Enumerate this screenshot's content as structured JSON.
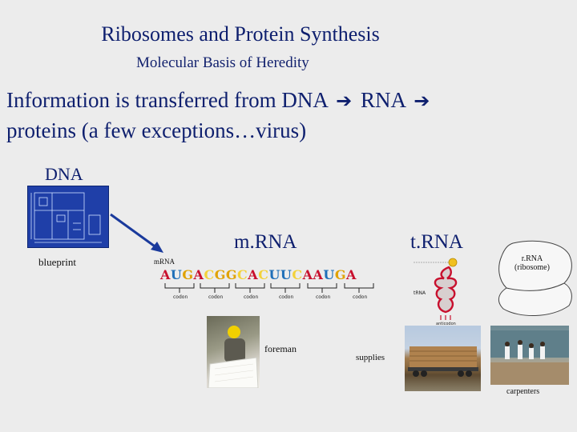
{
  "title": "Ribosomes and Protein Synthesis",
  "subtitle": "Molecular Basis of Heredity",
  "main_text": {
    "line1_part1": "Information is transferred from DNA",
    "arrow_icon": "arrow-right-icon",
    "line1_part2": "RNA",
    "line2": "proteins (a few exceptions…virus)"
  },
  "dna": {
    "label": "DNA",
    "image_caption": "blueprint"
  },
  "mrna": {
    "heading": "m.RNA",
    "diagram_label": "mRNA",
    "strand": [
      {
        "b": "A",
        "c": "#c8102e"
      },
      {
        "b": "U",
        "c": "#1f6fb8"
      },
      {
        "b": "G",
        "c": "#e0a200"
      },
      {
        "b": "A",
        "c": "#c8102e"
      },
      {
        "b": "C",
        "c": "#f3d23a"
      },
      {
        "b": "G",
        "c": "#e0a200"
      },
      {
        "b": "G",
        "c": "#e0a200"
      },
      {
        "b": "C",
        "c": "#f3d23a"
      },
      {
        "b": "A",
        "c": "#c8102e"
      },
      {
        "b": "C",
        "c": "#f3d23a"
      },
      {
        "b": "U",
        "c": "#1f6fb8"
      },
      {
        "b": "U",
        "c": "#1f6fb8"
      },
      {
        "b": "C",
        "c": "#f3d23a"
      },
      {
        "b": "A",
        "c": "#c8102e"
      },
      {
        "b": "A",
        "c": "#c8102e"
      },
      {
        "b": "U",
        "c": "#1f6fb8"
      },
      {
        "b": "G",
        "c": "#e0a200"
      },
      {
        "b": "A",
        "c": "#c8102e"
      }
    ],
    "codon_label": "codon"
  },
  "trna": {
    "heading": "t.RNA",
    "small_label": "tRNA",
    "anticodon_label": "anticodon"
  },
  "rrna": {
    "label_line1": "r.RNA",
    "label_line2": "(ribosome)"
  },
  "photos": {
    "foreman_caption": "foreman",
    "supplies_caption": "supplies",
    "carpenters_caption": "carpenters"
  },
  "colors": {
    "title_text": "#0e1f6e",
    "background": "#ececec",
    "blueprint": "#1f3fa8",
    "arrow_line": "#1a3a9c",
    "trna_body": "#c8102e",
    "amino_acid": "#f0c020"
  }
}
